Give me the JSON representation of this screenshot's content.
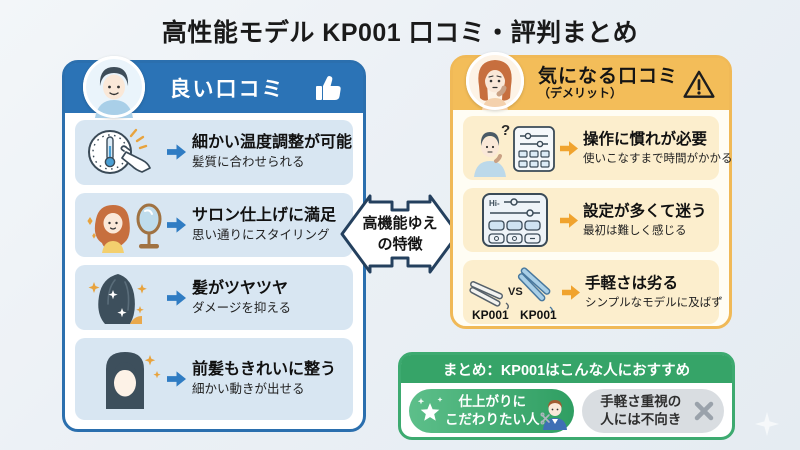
{
  "title": "高性能モデル KP001 口コミ・評判まとめ",
  "colors": {
    "good_blue": "#2b73b6",
    "good_item_bg": "#d8e6f2",
    "good_arrow": "#2f7cc3",
    "concern_orange": "#f3bd59",
    "concern_item_bg": "#fceecd",
    "concern_arrow": "#f0a32e",
    "summary_green": "#36a468",
    "pill_gray": "#d9dde1",
    "background": "#ebf0f5"
  },
  "good_panel": {
    "header": "良い口コミ",
    "items": [
      {
        "icon": "thermometer-hand-icon",
        "title": "細かい温度調整が可能",
        "sub": "髪質に合わせられる"
      },
      {
        "icon": "woman-mirror-icon",
        "title": "サロン仕上げに満足",
        "sub": "思い通りにスタイリング"
      },
      {
        "icon": "shiny-hair-icon",
        "title": "髪がツヤツヤ",
        "sub": "ダメージを抑える"
      },
      {
        "icon": "bangs-hair-icon",
        "title": "前髪もきれいに整う",
        "sub": "細かい動きが出せる"
      }
    ]
  },
  "center_arrow": {
    "line1": "高機能ゆえ",
    "line2": "の特徴"
  },
  "concern_panel": {
    "header": "気になる口コミ",
    "header_sub": "（デメリット）",
    "items": [
      {
        "icon": "confused-man-settings-icon",
        "icon_q": "?",
        "title": "操作に慣れが必要",
        "sub": "使いこなすまで時間がかかる"
      },
      {
        "icon": "control-panel-icon",
        "icon_label": "Hi-",
        "title": "設定が多くて迷う",
        "sub": "最初は難しく感じる"
      },
      {
        "icon": "irons-vs-icon",
        "vs": "VS",
        "left_label": "KP001",
        "right_label": "KP001",
        "title": "手軽さは劣る",
        "sub": "シンプルなモデルに及ばず"
      }
    ]
  },
  "summary": {
    "header": "まとめ：KP001はこんな人におすすめ",
    "pill_good": {
      "line1": "仕上がりに",
      "line2": "こだわりたい人"
    },
    "pill_bad": {
      "line1": "手軽さ重視の",
      "line2": "人には不向き"
    }
  }
}
